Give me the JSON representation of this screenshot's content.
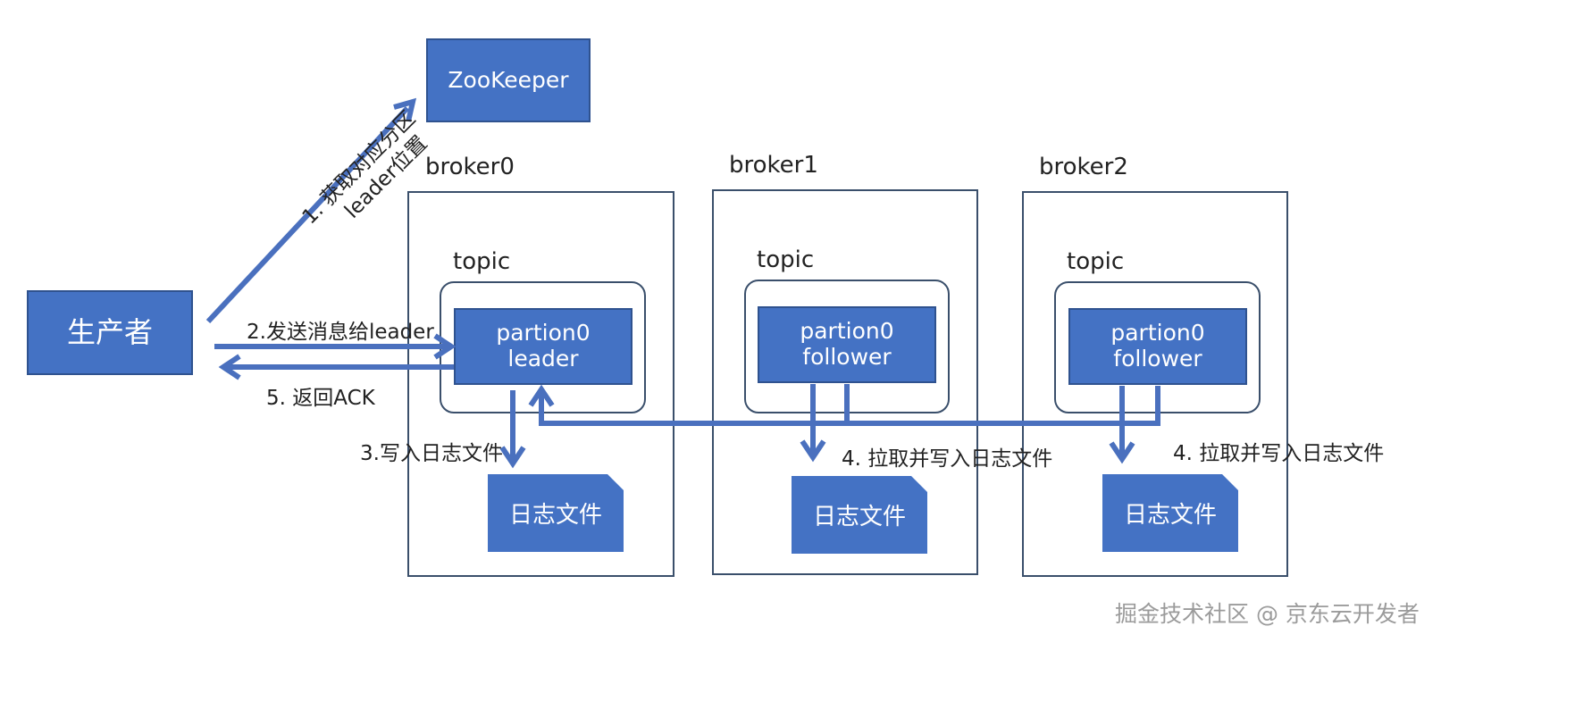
{
  "zookeeper": {
    "label": "ZooKeeper"
  },
  "producer": {
    "label": "生产者"
  },
  "brokers": [
    {
      "name": "broker0",
      "topic": "topic",
      "partition_line1": "partion0",
      "partition_line2": "leader",
      "logfile": "日志文件"
    },
    {
      "name": "broker1",
      "topic": "topic",
      "partition_line1": "partion0",
      "partition_line2": "follower",
      "logfile": "日志文件"
    },
    {
      "name": "broker2",
      "topic": "topic",
      "partition_line1": "partion0",
      "partition_line2": "follower",
      "logfile": "日志文件"
    }
  ],
  "steps": {
    "step1_line1": "1. 获取对应分区",
    "step1_line2": "leader位置",
    "step2": "2.发送消息给leader",
    "step3": "3.写入日志文件",
    "step4_broker1": "4. 拉取并写入日志文件",
    "step4_broker2": "4. 拉取并写入日志文件",
    "step5": "5. 返回ACK"
  },
  "watermark": "掘金技术社区 @ 京东云开发者",
  "colors": {
    "box_fill": "#4472c4",
    "box_border": "#2f528f",
    "arrow": "#4a70be",
    "frame": "#3a4f6b"
  }
}
